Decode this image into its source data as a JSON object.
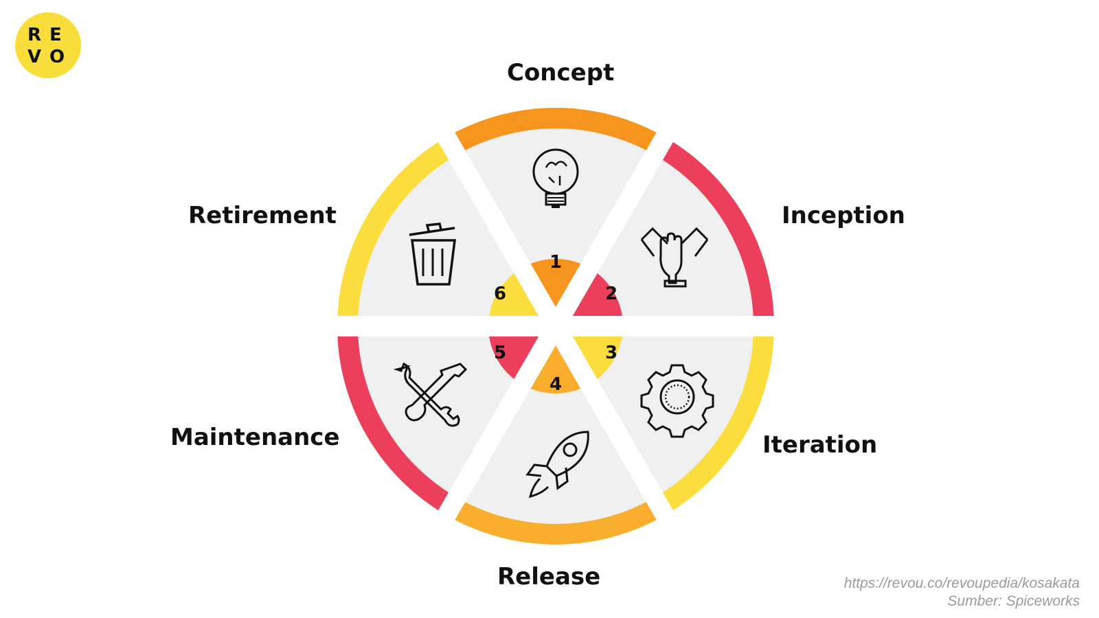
{
  "logo": {
    "letters": [
      "R",
      "E",
      "V",
      "O"
    ],
    "color": "#F9DE3B"
  },
  "stages": [
    {
      "number": "1",
      "label": "Concept",
      "icon": "lightbulb-brain-icon",
      "color": "#F7941D"
    },
    {
      "number": "2",
      "label": "Inception",
      "icon": "teamwork-hands-icon",
      "color": "#EC3F5B"
    },
    {
      "number": "3",
      "label": "Iteration",
      "icon": "gear-icon",
      "color": "#FBDD3E"
    },
    {
      "number": "4",
      "label": "Release",
      "icon": "rocket-icon",
      "color": "#F9AE2E"
    },
    {
      "number": "5",
      "label": "Maintenance",
      "icon": "tools-icon",
      "color": "#EC3F5B"
    },
    {
      "number": "6",
      "label": "Retirement",
      "icon": "trash-icon",
      "color": "#FBDD3E"
    }
  ],
  "source": {
    "url": "https://revou.co/revoupedia/kosakata",
    "credit": "Sumber: Spiceworks"
  }
}
